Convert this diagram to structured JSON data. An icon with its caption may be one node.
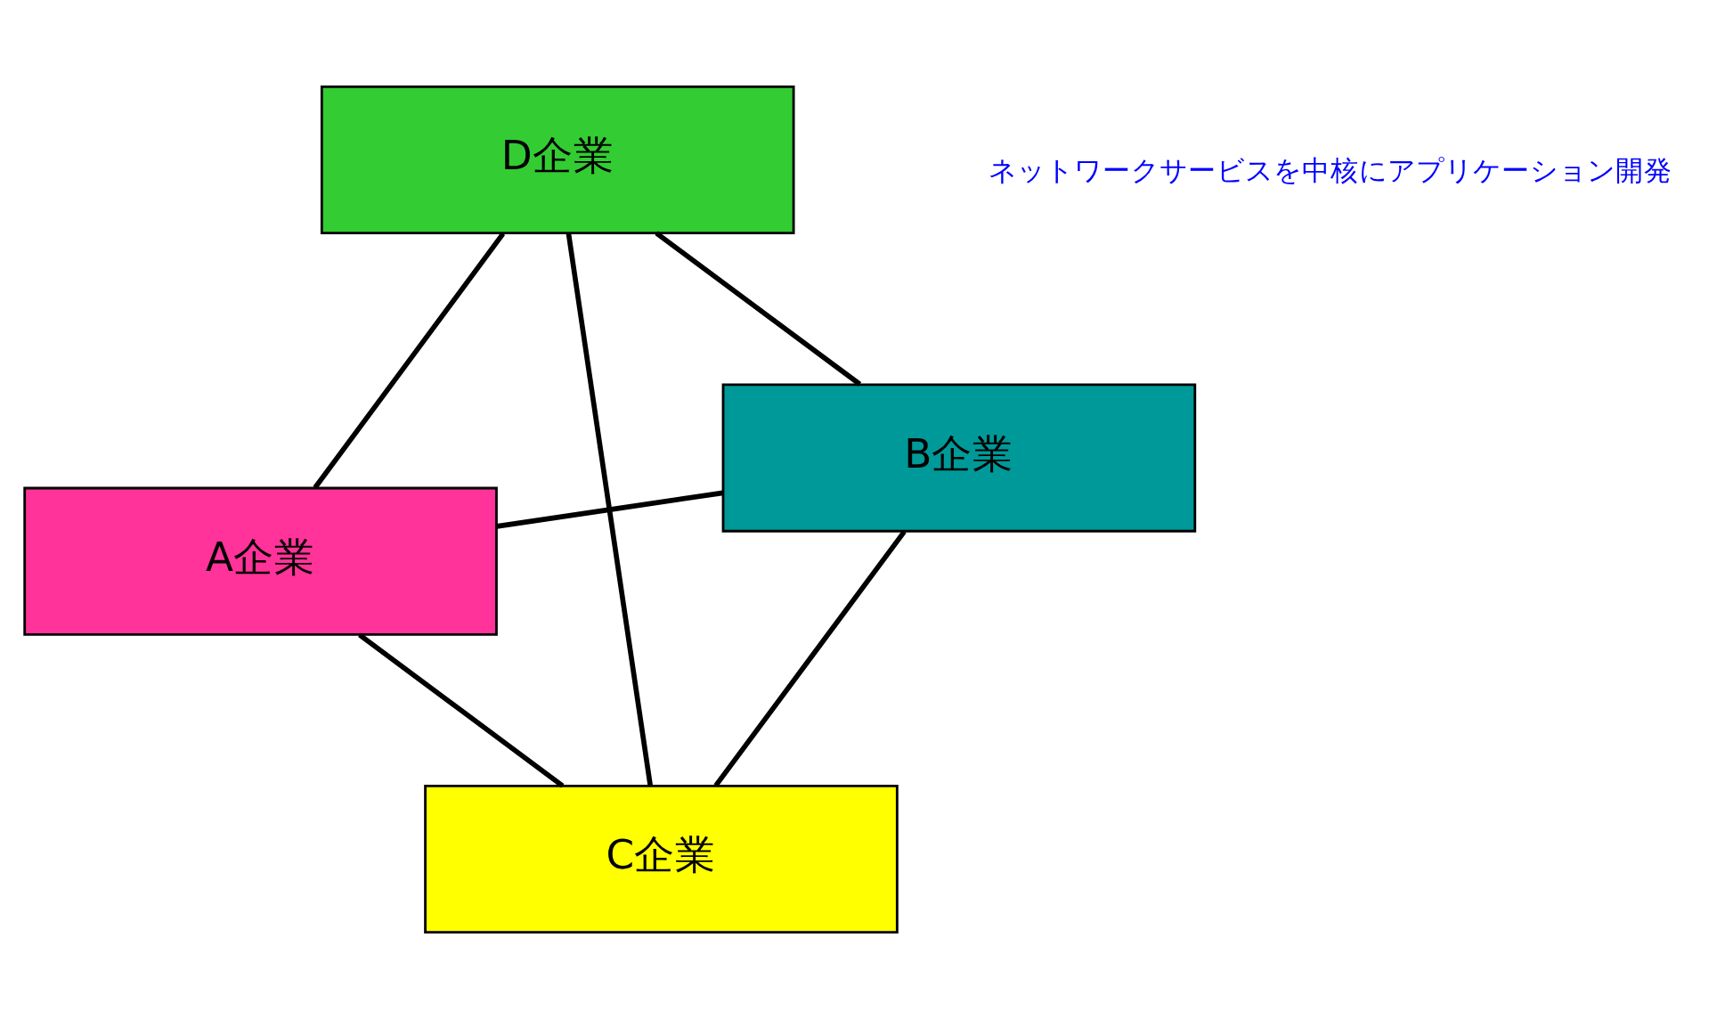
{
  "diagram": {
    "nodes": [
      {
        "text": [
          "A企業"
        ]
      },
      {
        "text": [
          "B企業"
        ]
      },
      {
        "text": [
          "C企業"
        ]
      },
      {
        "text": [
          "D企業"
        ]
      }
    ],
    "edges": [
      {
        "from": 0,
        "to": 2,
        "arrow": "none"
      },
      {
        "from": 0,
        "to": 3,
        "arrow": "none"
      },
      {
        "from": 0,
        "to": 1,
        "arrow": "none"
      },
      {
        "from": 2,
        "to": 1,
        "arrow": "none"
      },
      {
        "from": 2,
        "to": 3,
        "arrow": "none"
      },
      {
        "from": 1,
        "to": 3,
        "arrow": "none"
      }
    ],
    "labels": [
      "ネットワークサービスを中核にアプリケーション開発"
    ]
  }
}
